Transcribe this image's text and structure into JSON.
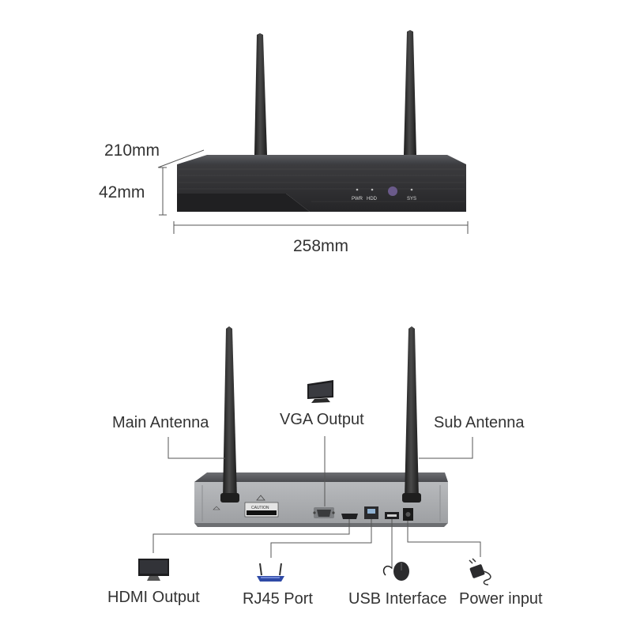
{
  "dimensions": {
    "depth": "210mm",
    "height": "42mm",
    "width": "258mm"
  },
  "front_panel": {
    "leds": [
      "PWR",
      "HDD",
      "SYS"
    ]
  },
  "rear_panel": {
    "caution_label": "CAUTION",
    "ports": {
      "main_antenna": "Main Antenna",
      "vga": "VGA Output",
      "sub_antenna": "Sub Antenna",
      "hdmi": "HDMI Output",
      "rj45": "RJ45 Port",
      "usb": "USB Interface",
      "power": "Power input"
    }
  },
  "colors": {
    "chassis": "#3a3a3c",
    "chassis_dark": "#1f1f21",
    "antenna": "#2a2a2a",
    "label_text": "#333333",
    "leader_line": "#555555",
    "rear_panel": "#a9abae",
    "led_text": "#d8d8d8"
  },
  "icons": [
    "monitor-icon",
    "router-icon",
    "mouse-icon",
    "power-adapter-icon"
  ]
}
